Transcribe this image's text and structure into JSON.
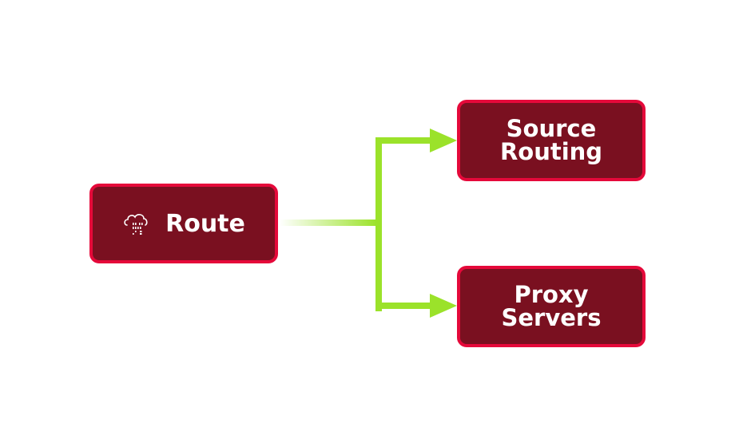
{
  "nodes": {
    "route": {
      "label": "Route",
      "icon": "cloud-data-icon"
    },
    "source_routing": {
      "label": "Source\nRouting"
    },
    "proxy_servers": {
      "label": "Proxy\nServers"
    }
  },
  "colors": {
    "node_fill": "#7a1020",
    "node_border": "#e5093a",
    "connector": "#9be22a",
    "text": "#ffffff"
  }
}
